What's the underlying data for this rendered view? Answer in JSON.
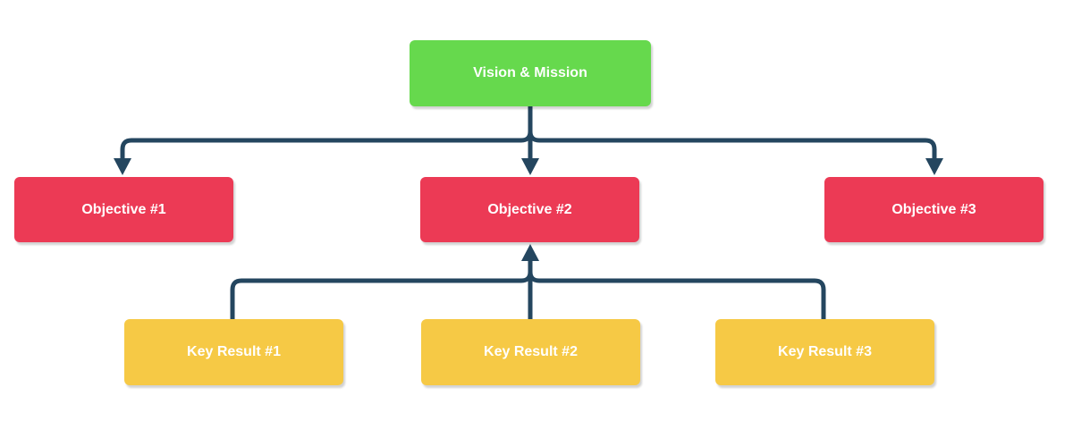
{
  "colors": {
    "vision": "#66d94d",
    "objective": "#ec3a55",
    "key_result": "#f6c945",
    "connector": "#24465f"
  },
  "nodes": {
    "vision": {
      "label": "Vision & Mission"
    },
    "objective_1": {
      "label": "Objective #1"
    },
    "objective_2": {
      "label": "Objective #2"
    },
    "objective_3": {
      "label": "Objective #3"
    },
    "key_result_1": {
      "label": "Key Result #1"
    },
    "key_result_2": {
      "label": "Key Result #2"
    },
    "key_result_3": {
      "label": "Key Result #3"
    }
  },
  "edges": [
    {
      "from": "vision",
      "to": "objective_1"
    },
    {
      "from": "vision",
      "to": "objective_2"
    },
    {
      "from": "vision",
      "to": "objective_3"
    },
    {
      "from": "key_result_1",
      "to": "objective_2"
    },
    {
      "from": "key_result_2",
      "to": "objective_2"
    },
    {
      "from": "key_result_3",
      "to": "objective_2"
    }
  ]
}
